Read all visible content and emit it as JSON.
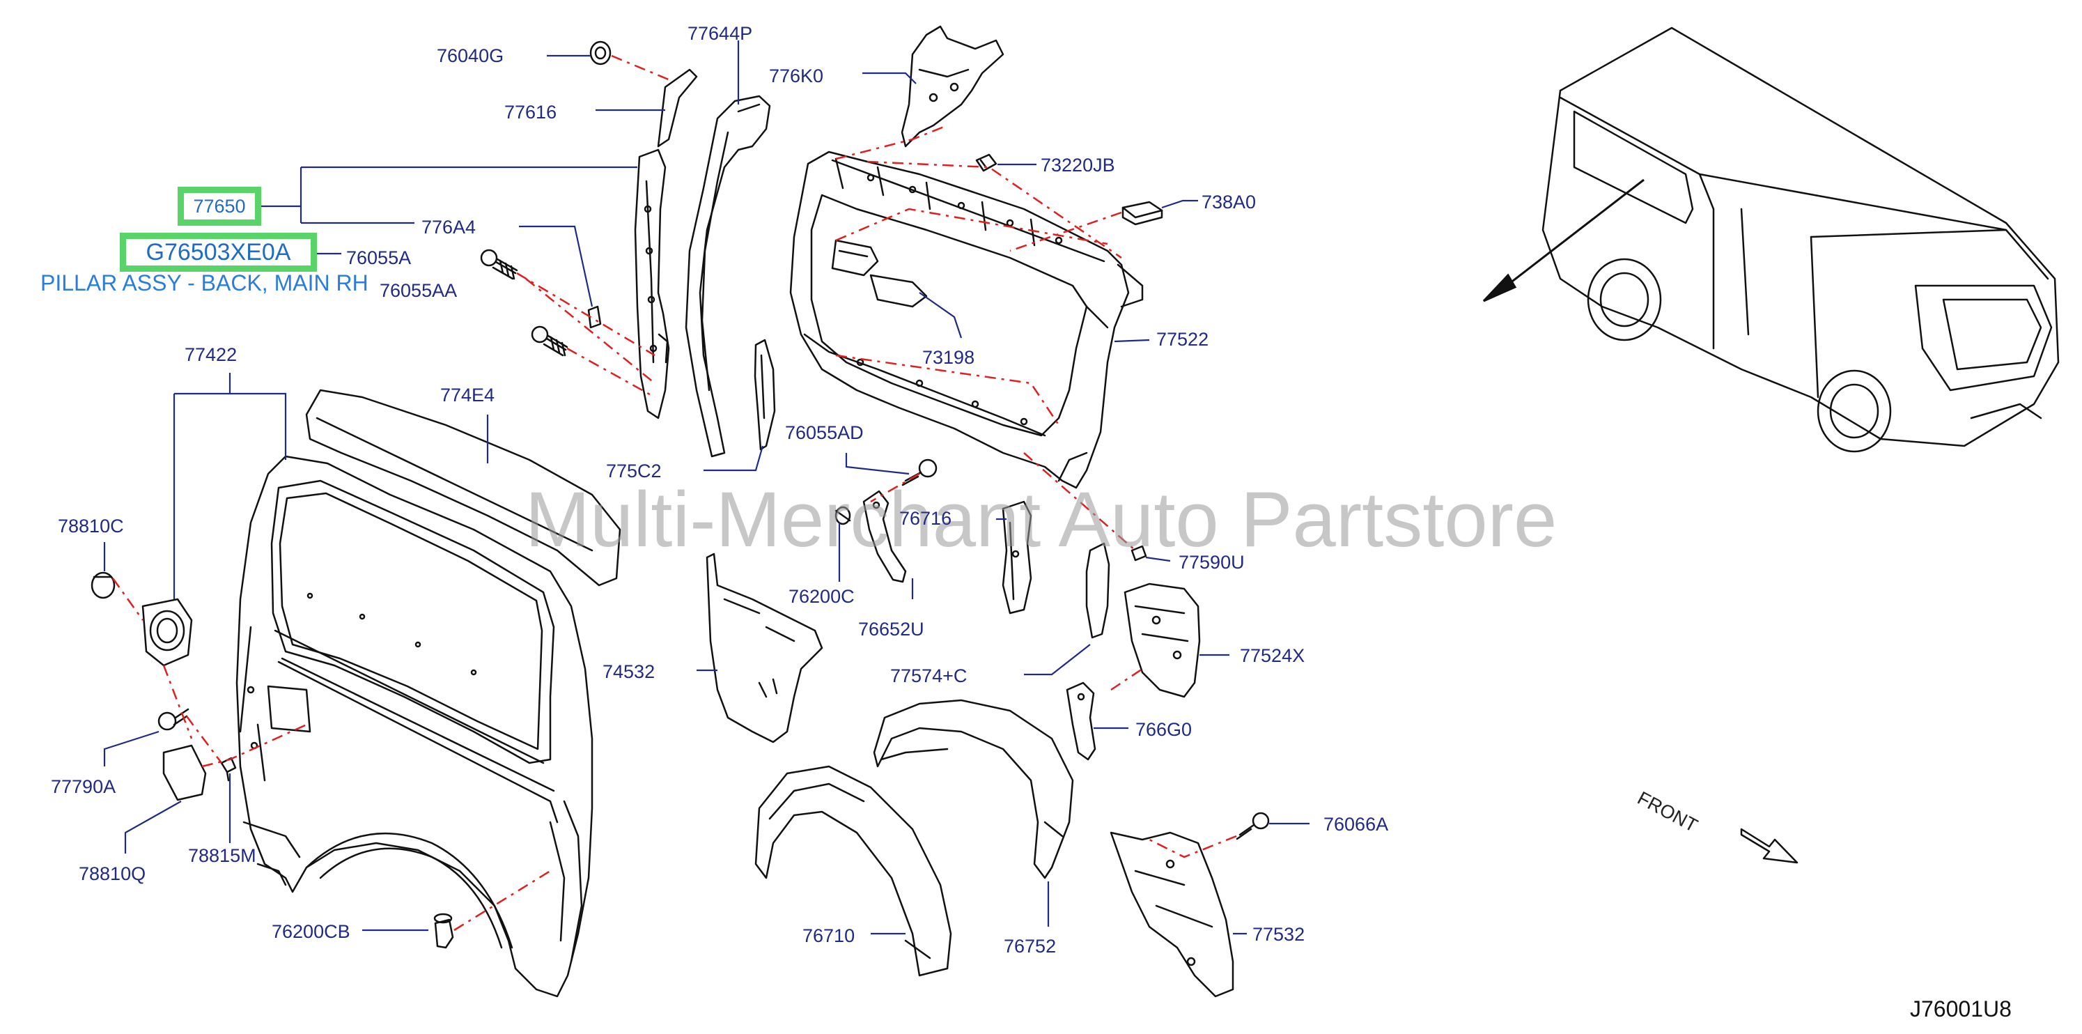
{
  "diagram": {
    "watermark": "Multi-Merchant Auto Partstore",
    "highlighted_part": {
      "number": "77650",
      "part_code": "G76503XE0A",
      "description": "PILLAR ASSY - BACK, MAIN RH"
    },
    "front_label": "FRONT",
    "diagram_code": "J76001U8",
    "labels": {
      "76040G": "76040G",
      "77644P": "77644P",
      "776K0": "776K0",
      "77616": "77616",
      "73220JB": "73220JB",
      "738A0": "738A0",
      "776A4": "776A4",
      "76055A": "76055A",
      "76055AA": "76055AA",
      "73198": "73198",
      "77522": "77522",
      "77422": "77422",
      "774E4": "774E4",
      "76055AD": "76055AD",
      "775C2": "775C2",
      "78810C": "78810C",
      "76716": "76716",
      "77590U": "77590U",
      "76200C": "76200C",
      "76652U": "76652U",
      "74532": "74532",
      "77574C": "77574+C",
      "77524X": "77524X",
      "766G0": "766G0",
      "77790A": "77790A",
      "78810Q": "78810Q",
      "78815M": "78815M",
      "76066A": "76066A",
      "76200CB": "76200CB",
      "76710": "76710",
      "76752": "76752",
      "77532": "77532"
    }
  },
  "colors": {
    "leader": "#1f2a86",
    "highlight": "#59d468",
    "highlight_text": "#1f6cc4",
    "description_text": "#2a7de0",
    "dashed": "#e02020",
    "part_stroke": "#111111"
  }
}
